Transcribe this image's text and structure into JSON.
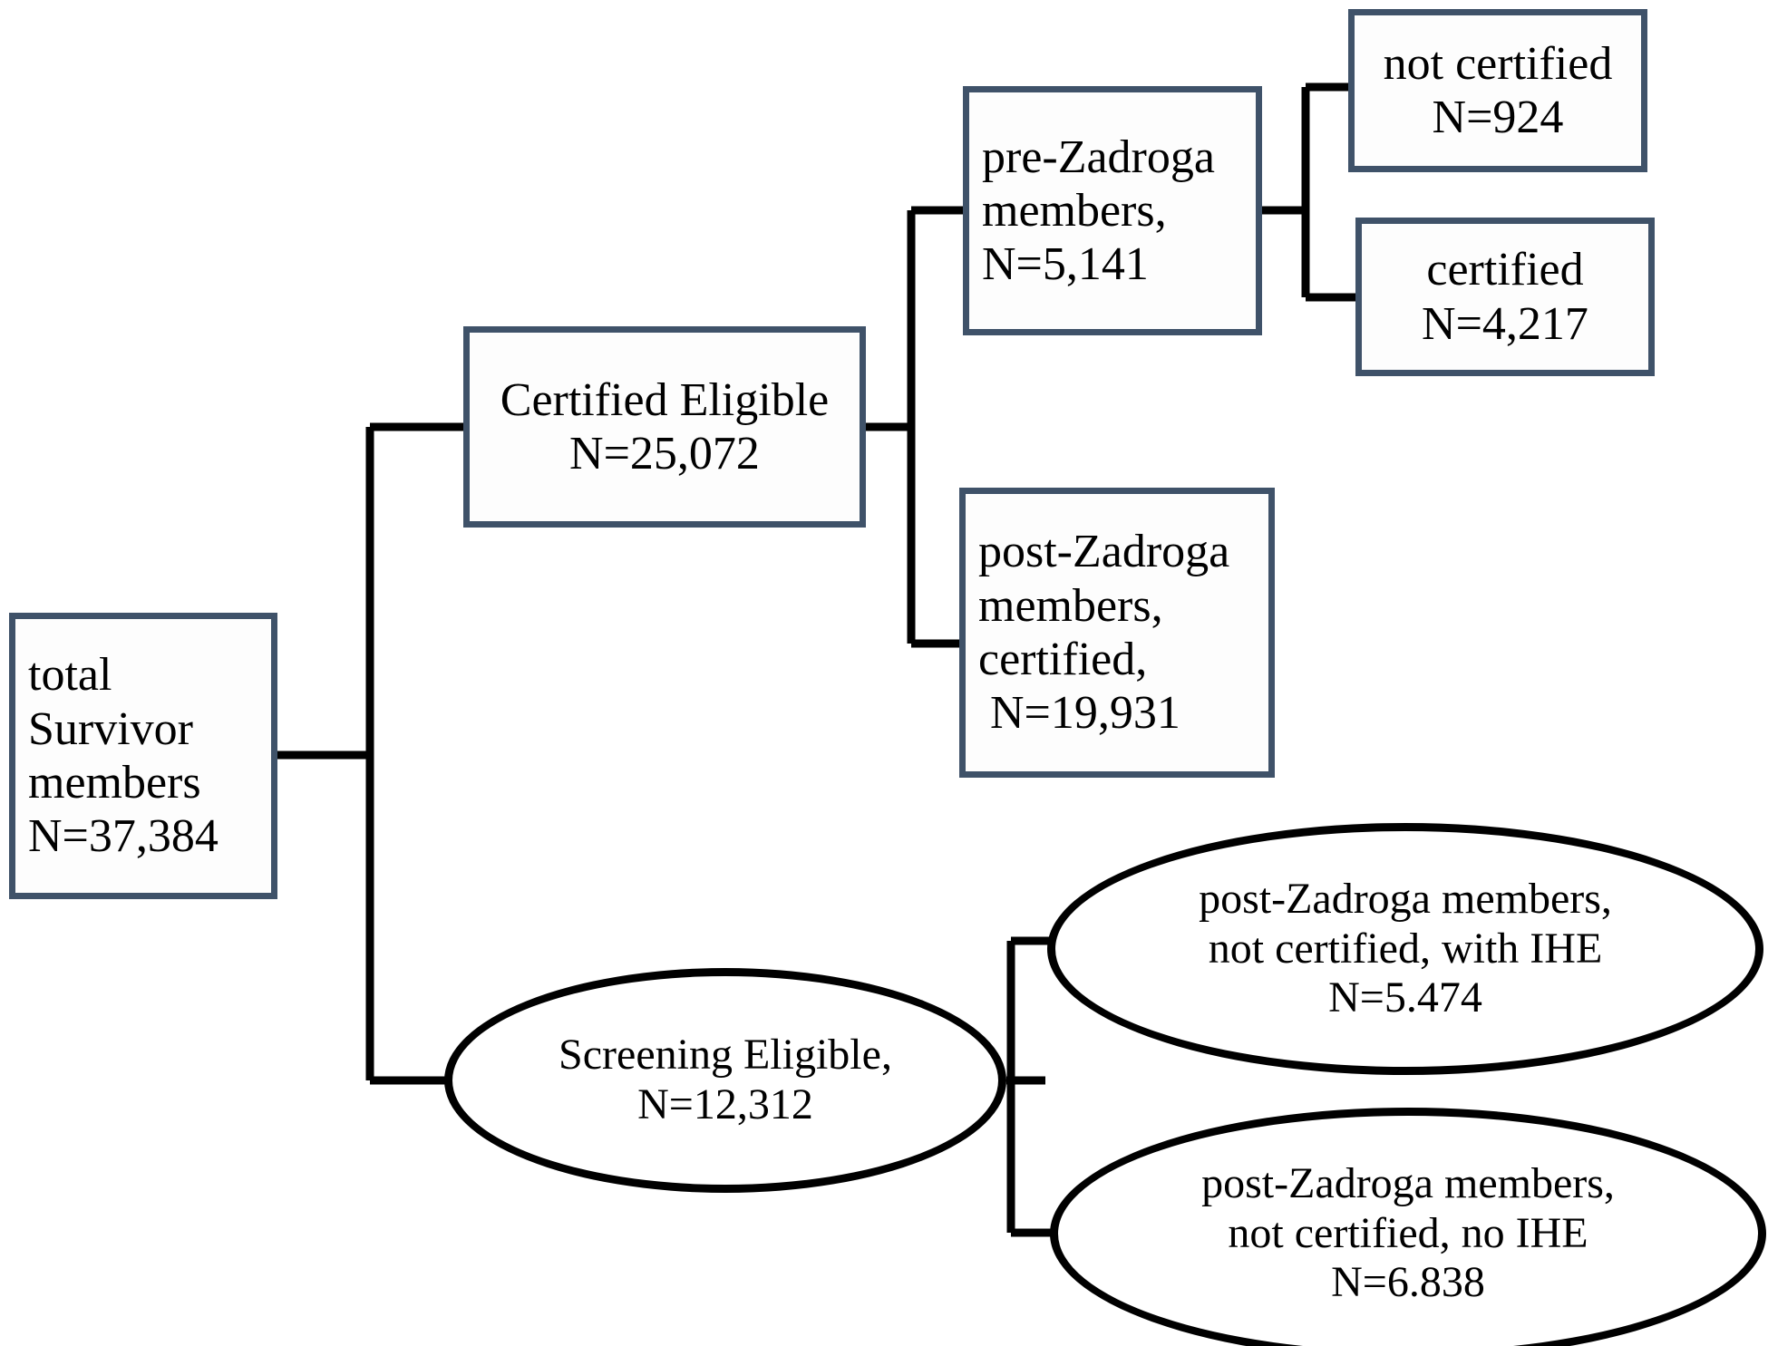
{
  "diagram": {
    "title": "Survivor member cohort flow diagram",
    "type": "flowchart",
    "colors": {
      "box_border": "#3f5269",
      "ellipse_border": "#000000",
      "connector": "#000000",
      "background": "#ffffff",
      "text": "#000000"
    },
    "nodes": {
      "total_survivor": {
        "shape": "rectangle",
        "lines": [
          "total",
          "Survivor",
          "members",
          "N=37,384"
        ],
        "label": "total Survivor members",
        "value": "N=37,384",
        "count": 37384
      },
      "certified_eligible": {
        "shape": "rectangle",
        "lines": [
          "Certified Eligible",
          "N=25,072"
        ],
        "label": "Certified Eligible",
        "value": "N=25,072",
        "count": 25072
      },
      "pre_zadroga": {
        "shape": "rectangle",
        "lines": [
          "pre-Zadroga",
          "members,",
          "N=5,141"
        ],
        "label": "pre-Zadroga members,",
        "value": "N=5,141",
        "count": 5141
      },
      "not_certified": {
        "shape": "rectangle",
        "lines": [
          "not certified",
          "N=924"
        ],
        "label": "not certified",
        "value": "N=924",
        "count": 924
      },
      "certified": {
        "shape": "rectangle",
        "lines": [
          "certified",
          "N=4,217"
        ],
        "label": "certified",
        "value": "N=4,217",
        "count": 4217
      },
      "post_zadroga_certified": {
        "shape": "rectangle",
        "lines": [
          "post-Zadroga",
          "members,",
          "certified,",
          " N=19,931"
        ],
        "label": "post-Zadroga members, certified,",
        "value": "N=19,931",
        "count": 19931
      },
      "screening_eligible": {
        "shape": "ellipse",
        "lines": [
          "Screening Eligible,",
          "N=12,312"
        ],
        "label": "Screening Eligible,",
        "value": "N=12,312",
        "count": 12312
      },
      "post_zadroga_with_ihe": {
        "shape": "ellipse",
        "lines": [
          "post-Zadroga members,",
          "not certified, with IHE",
          "N=5.474"
        ],
        "label": "post-Zadroga members, not certified, with IHE",
        "value": "N=5.474",
        "count": 5474
      },
      "post_zadroga_no_ihe": {
        "shape": "ellipse",
        "lines": [
          "post-Zadroga members,",
          "not certified, no IHE",
          "N=6.838"
        ],
        "label": "post-Zadroga members, not certified, no IHE",
        "value": "N=6.838",
        "count": 6838
      }
    },
    "edges": [
      {
        "from": "total_survivor",
        "to": "certified_eligible"
      },
      {
        "from": "total_survivor",
        "to": "screening_eligible"
      },
      {
        "from": "certified_eligible",
        "to": "pre_zadroga"
      },
      {
        "from": "certified_eligible",
        "to": "post_zadroga_certified"
      },
      {
        "from": "pre_zadroga",
        "to": "not_certified"
      },
      {
        "from": "pre_zadroga",
        "to": "certified"
      },
      {
        "from": "screening_eligible",
        "to": "post_zadroga_with_ihe"
      },
      {
        "from": "screening_eligible",
        "to": "post_zadroga_no_ihe"
      }
    ]
  }
}
